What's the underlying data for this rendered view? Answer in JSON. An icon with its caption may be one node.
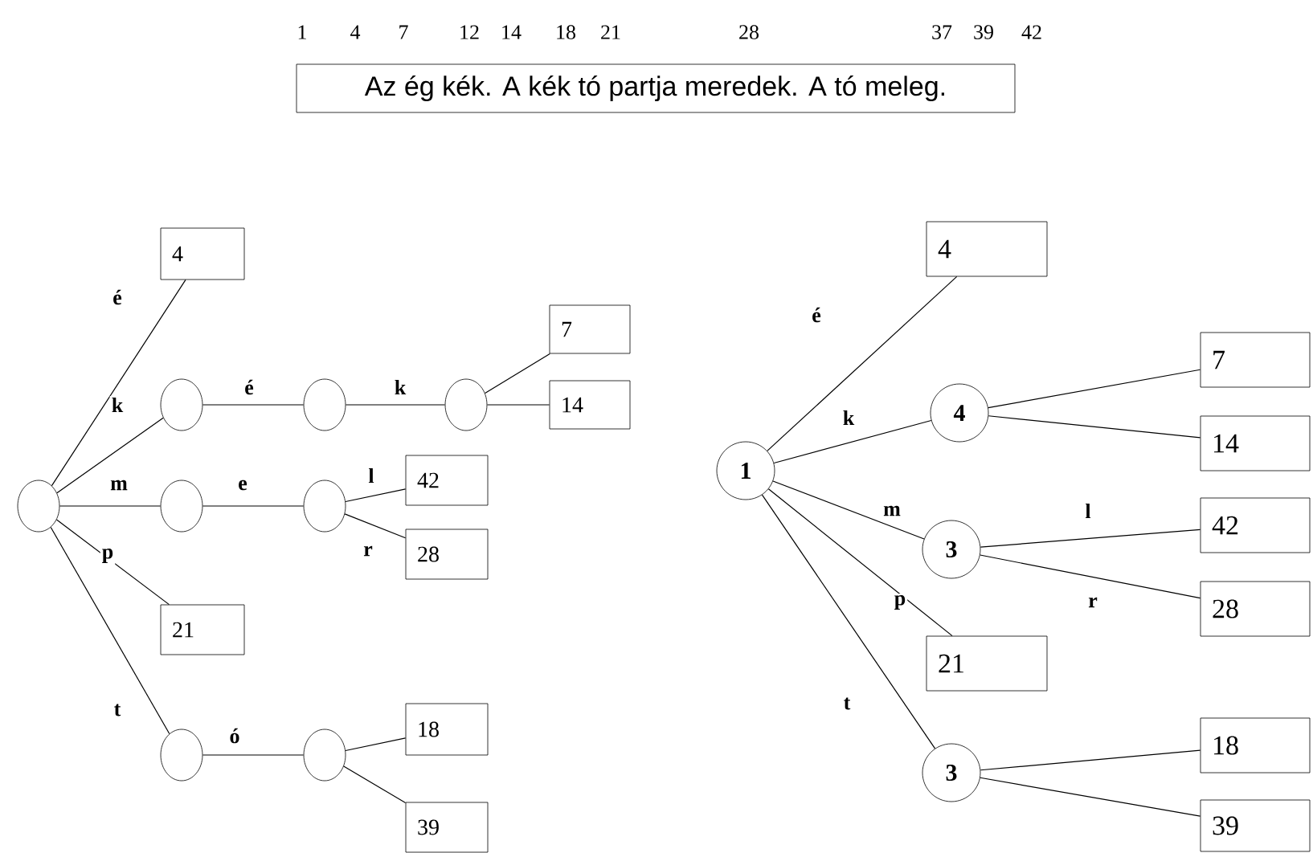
{
  "diagram": {
    "nodes": [
      {
        "text": [
          "Az ég kék. A kék tó partja meredek. A tó meleg."
        ]
      },
      {
        "text": [],
        "shape": "circle"
      },
      {
        "text": [
          "4"
        ]
      },
      {
        "text": [],
        "shape": "circle"
      },
      {
        "text": [],
        "shape": "circle"
      },
      {
        "text": [],
        "shape": "circle"
      },
      {
        "text": [
          "7"
        ]
      },
      {
        "text": [
          "14"
        ]
      },
      {
        "text": [],
        "shape": "circle"
      },
      {
        "text": [],
        "shape": "circle"
      },
      {
        "text": [
          "42"
        ]
      },
      {
        "text": [
          "28"
        ]
      },
      {
        "text": [
          "21"
        ]
      },
      {
        "text": [],
        "shape": "circle"
      },
      {
        "text": [],
        "shape": "circle"
      },
      {
        "text": [
          "18"
        ]
      },
      {
        "text": [
          "39"
        ]
      },
      {
        "text": [
          "1"
        ]
      },
      {
        "text": [
          "4"
        ]
      },
      {
        "text": [
          "4"
        ]
      },
      {
        "text": [
          "7"
        ]
      },
      {
        "text": [
          "14"
        ]
      },
      {
        "text": [
          "3"
        ]
      },
      {
        "text": [
          "42"
        ]
      },
      {
        "text": [
          "28"
        ]
      },
      {
        "text": [
          "21"
        ]
      },
      {
        "text": [
          "3"
        ]
      },
      {
        "text": [
          "18"
        ]
      },
      {
        "text": [
          "39"
        ]
      }
    ],
    "edges": [
      {
        "from": 1,
        "to": 2,
        "arrow": "none",
        "label": "é"
      },
      {
        "from": 1,
        "to": 3,
        "arrow": "none",
        "label": "k"
      },
      {
        "from": 3,
        "to": 4,
        "arrow": "none",
        "label": "é"
      },
      {
        "from": 4,
        "to": 5,
        "arrow": "none",
        "label": "k"
      },
      {
        "from": 5,
        "to": 6,
        "arrow": "none"
      },
      {
        "from": 5,
        "to": 7,
        "arrow": "none"
      },
      {
        "from": 1,
        "to": 8,
        "arrow": "none",
        "label": "m"
      },
      {
        "from": 8,
        "to": 9,
        "arrow": "none",
        "label": "e"
      },
      {
        "from": 9,
        "to": 10,
        "arrow": "none",
        "label": "l"
      },
      {
        "from": 9,
        "to": 11,
        "arrow": "none",
        "label": "r"
      },
      {
        "from": 1,
        "to": 12,
        "arrow": "none",
        "label": "p"
      },
      {
        "from": 1,
        "to": 13,
        "arrow": "none",
        "label": "t"
      },
      {
        "from": 13,
        "to": 14,
        "arrow": "none",
        "label": "ó"
      },
      {
        "from": 14,
        "to": 15,
        "arrow": "none"
      },
      {
        "from": 14,
        "to": 16,
        "arrow": "none"
      },
      {
        "from": 17,
        "to": 18,
        "arrow": "none",
        "label": "é"
      },
      {
        "from": 17,
        "to": 19,
        "arrow": "none",
        "label": "k"
      },
      {
        "from": 19,
        "to": 20,
        "arrow": "none"
      },
      {
        "from": 19,
        "to": 21,
        "arrow": "none"
      },
      {
        "from": 17,
        "to": 22,
        "arrow": "none",
        "label": "m"
      },
      {
        "from": 22,
        "to": 23,
        "arrow": "none",
        "label": "l"
      },
      {
        "from": 22,
        "to": 24,
        "arrow": "none",
        "label": "r"
      },
      {
        "from": 17,
        "to": 25,
        "arrow": "none",
        "label": "p"
      },
      {
        "from": 17,
        "to": 26,
        "arrow": "none",
        "label": "t"
      },
      {
        "from": 26,
        "to": 27,
        "arrow": "none"
      },
      {
        "from": 26,
        "to": 28,
        "arrow": "none"
      }
    ],
    "labels": [
      "1",
      "4",
      "7",
      "12",
      "14",
      "18",
      "21",
      "28",
      "37",
      "39",
      "42"
    ]
  }
}
